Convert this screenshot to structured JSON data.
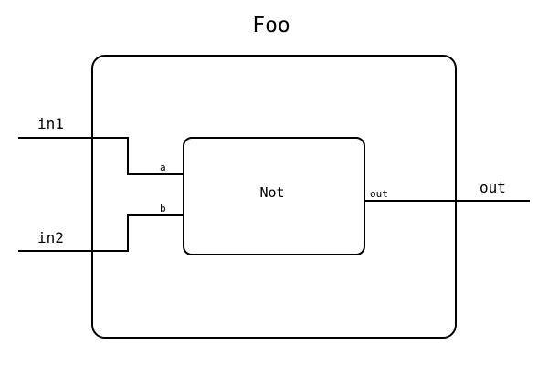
{
  "diagram": {
    "outer_block": {
      "title": "Foo",
      "inputs": [
        "in1",
        "in2"
      ],
      "output": "out"
    },
    "inner_block": {
      "title": "Not",
      "pins": {
        "a": "a",
        "b": "b",
        "out": "out"
      }
    }
  },
  "colors": {
    "stroke": "#000000",
    "background": "#ffffff"
  }
}
